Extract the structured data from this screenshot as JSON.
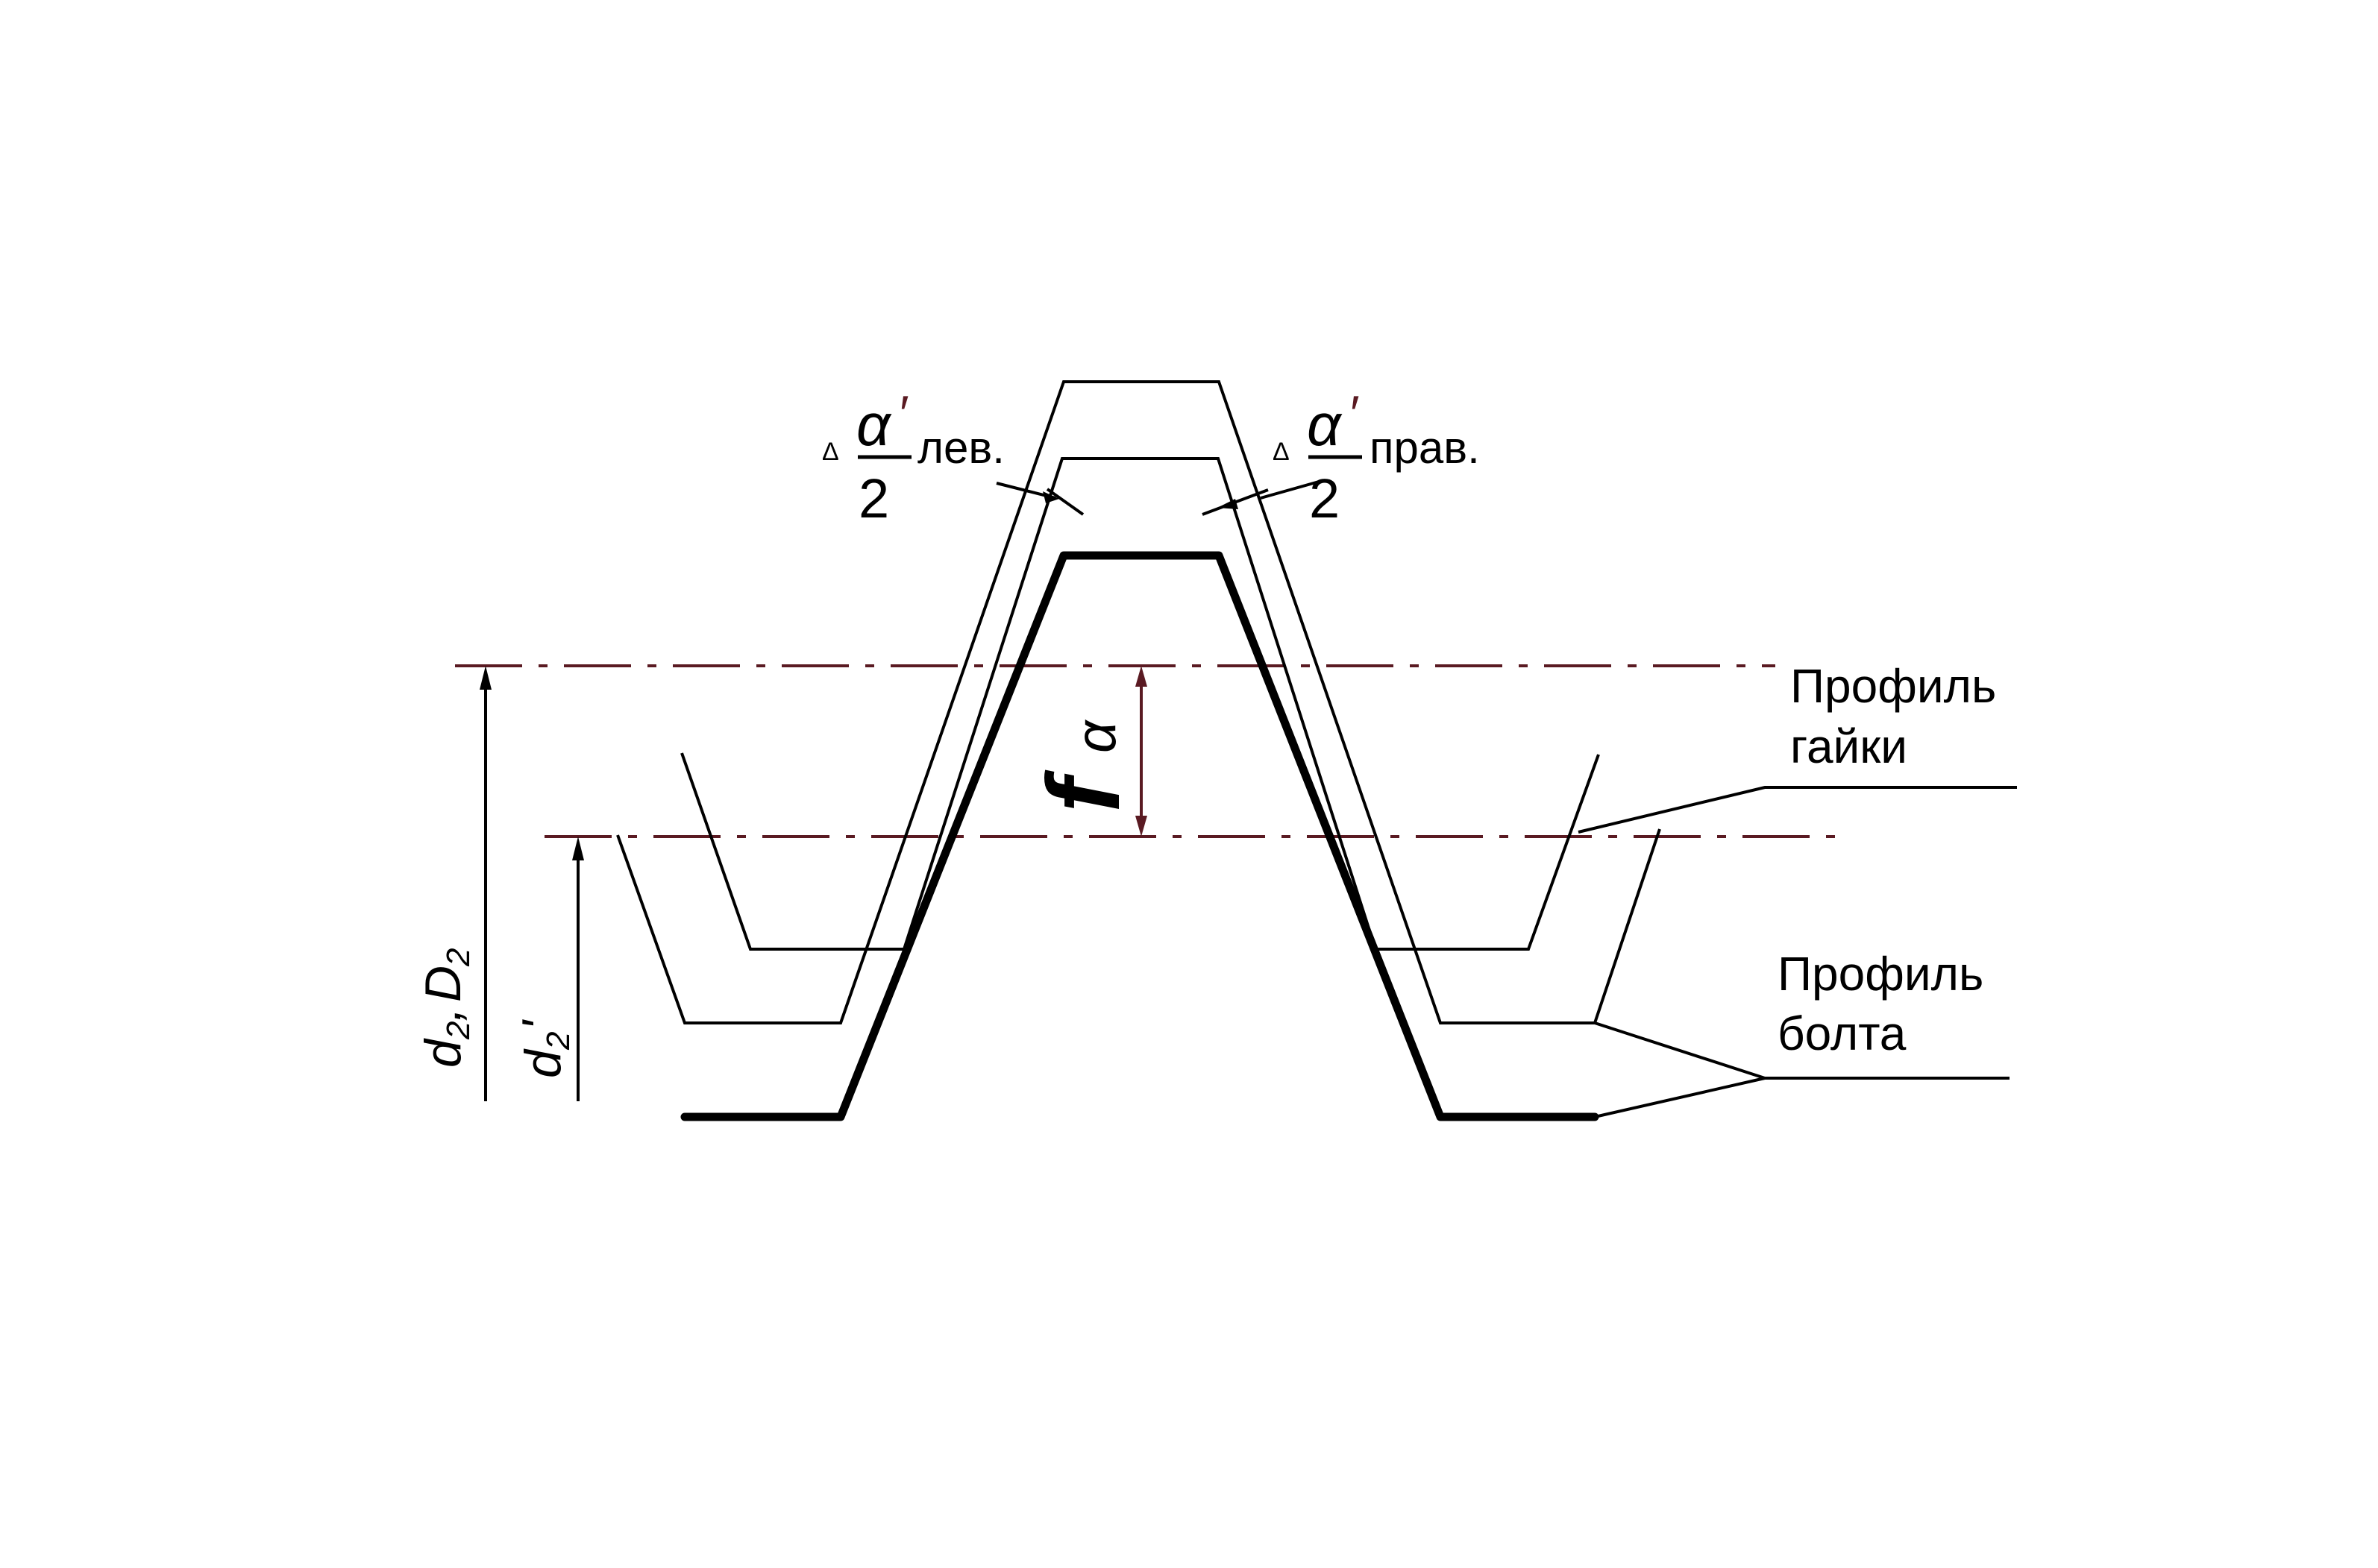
{
  "labels": {
    "nut_profile_line1": "Профиль",
    "nut_profile_line2": "гайки",
    "bolt_profile_line1": "Профиль",
    "bolt_profile_line2": "болта",
    "left_angle": {
      "delta": "Δ",
      "alpha": "α",
      "prime": "′",
      "denominator": "2",
      "suffix": "лев."
    },
    "right_angle": {
      "delta": "Δ",
      "alpha": "α",
      "prime": "′",
      "denominator": "2",
      "suffix": "прав."
    },
    "f_alpha": {
      "f": "f",
      "alpha": "α"
    },
    "d2_D2": {
      "d": "d",
      "sub1": "2",
      "comma": ",",
      "D": "D",
      "sub2": "2"
    },
    "d2_prime": {
      "d": "d",
      "sub": "2",
      "prime": "'"
    }
  },
  "colors": {
    "lines": "#000000",
    "axis_lines": "#5a1a22"
  }
}
